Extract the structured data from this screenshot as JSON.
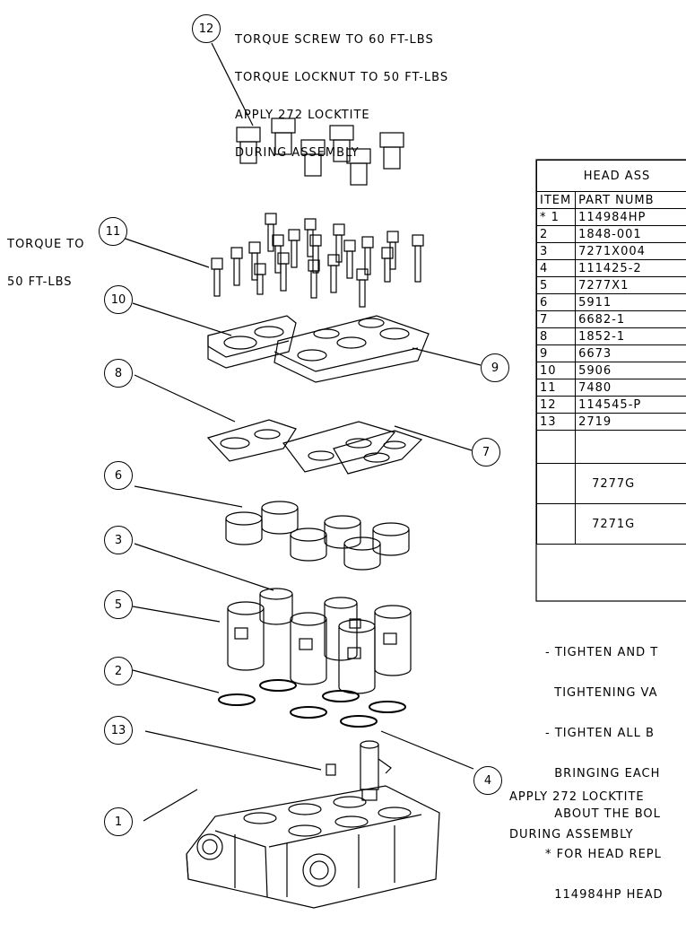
{
  "notes": {
    "n12": [
      "TORQUE SCREW TO 60 FT-LBS",
      "TORQUE LOCKNUT TO 50 FT-LBS",
      "APPLY 272 LOCKTITE",
      "DURING ASSEMBLY"
    ],
    "n11": [
      "TORQUE TO",
      "50 FT-LBS"
    ],
    "n4": [
      "APPLY 272 LOCKTITE",
      "DURING ASSEMBLY"
    ]
  },
  "callouts": [
    "12",
    "11",
    "10",
    "9",
    "8",
    "7",
    "6",
    "3",
    "5",
    "2",
    "13",
    "4",
    "1"
  ],
  "bom": {
    "title": "HEAD ASS",
    "headers": {
      "item": "ITEM",
      "part": "PART NUMB"
    },
    "rows": [
      {
        "item": "* 1",
        "part": "114984HP"
      },
      {
        "item": "2",
        "part": "1848-001"
      },
      {
        "item": "3",
        "part": "7271X004"
      },
      {
        "item": "4",
        "part": "111425-2"
      },
      {
        "item": "5",
        "part": "7277X1"
      },
      {
        "item": "6",
        "part": "5911"
      },
      {
        "item": "7",
        "part": "6682-1"
      },
      {
        "item": "8",
        "part": "1852-1"
      },
      {
        "item": "9",
        "part": "6673"
      },
      {
        "item": "10",
        "part": "5906"
      },
      {
        "item": "11",
        "part": "7480"
      },
      {
        "item": "12",
        "part": "114545-P"
      },
      {
        "item": "13",
        "part": "2719"
      }
    ],
    "kits": [
      "7277G",
      "7271G"
    ]
  },
  "footnotes": [
    "- TIGHTEN AND T",
    "  TIGHTENING VA",
    "- TIGHTEN ALL B",
    "  BRINGING EACH",
    "  ABOUT THE BOL",
    "* FOR HEAD REPL",
    "  114984HP HEAD"
  ]
}
